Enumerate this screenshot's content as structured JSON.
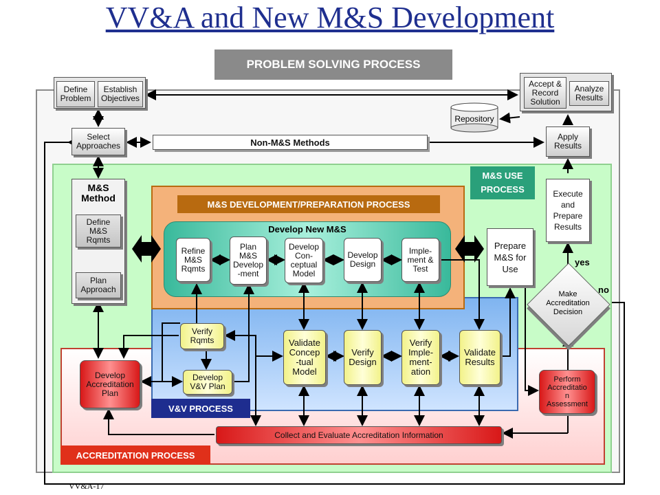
{
  "title": "VV&A and New M&S Development",
  "footer": "VV&A-17",
  "colors": {
    "title": "#1f2f8f",
    "problem_header": "#8a8a8a",
    "ms_use": "#c8fcc8",
    "ms_dev": "#f4b27a",
    "vv": "#9cc8f8",
    "accreditation": "#ffd8d8",
    "dev_header": "#b86a10",
    "vv_label": "#1e2d8f",
    "accred_label": "#e0301a",
    "ms_use_label": "#2aa07a"
  },
  "regions": {
    "problem": "PROBLEM SOLVING PROCESS",
    "ms_use": "M&S USE\nPROCESS",
    "ms_dev": "M&S DEVELOPMENT/PREPARATION PROCESS",
    "develop_new": "Develop New M&S",
    "vv": "V&V PROCESS",
    "accreditation": "ACCREDITATION PROCESS"
  },
  "boxes": {
    "define_problem": "Define\nProblem",
    "establish_objectives": "Establish\nObjectives",
    "select_approaches": "Select\nApproaches",
    "non_ms": "Non-M&S Methods",
    "accept_record": "Accept &\nRecord\nSolution",
    "analyze_results": "Analyze\nResults",
    "repository": "Repository",
    "apply_results": "Apply\nResults",
    "ms_method": "M&S\nMethod",
    "define_ms_rqmts": "Define\nM&S\nRqmts",
    "plan_approach": "Plan\nApproach",
    "refine_ms_rqmts": "Refine\nM&S\nRqmts",
    "plan_ms_dev": "Plan\nM&S\nDevelop\n-ment",
    "develop_conceptual": "Develop\nCon-\nceptual\nModel",
    "develop_design": "Develop\nDesign",
    "implement_test": "Imple-\nment &\nTest",
    "prepare_ms": "Prepare\nM&S for\nUse",
    "execute_prepare": "Execute\nand\nPrepare\nResults",
    "make_accreditation": "Make\nAccreditation\nDecision",
    "yes": "yes",
    "no": "no",
    "verify_rqmts": "Verify\nRqmts",
    "develop_vv_plan": "Develop\nV&V Plan",
    "validate_conceptual": "Validate\nConcep\n-tual\nModel",
    "verify_design": "Verify\nDesign",
    "verify_implementation": "Verify\nImple-\nment-\nation",
    "validate_results": "Validate\nResults",
    "develop_accred_plan": "Develop\nAccreditation\nPlan",
    "perform_accred": "Perform\nAccreditatio\nn\nAssessment",
    "collect_evaluate": "Collect and Evaluate Accreditation Information"
  }
}
